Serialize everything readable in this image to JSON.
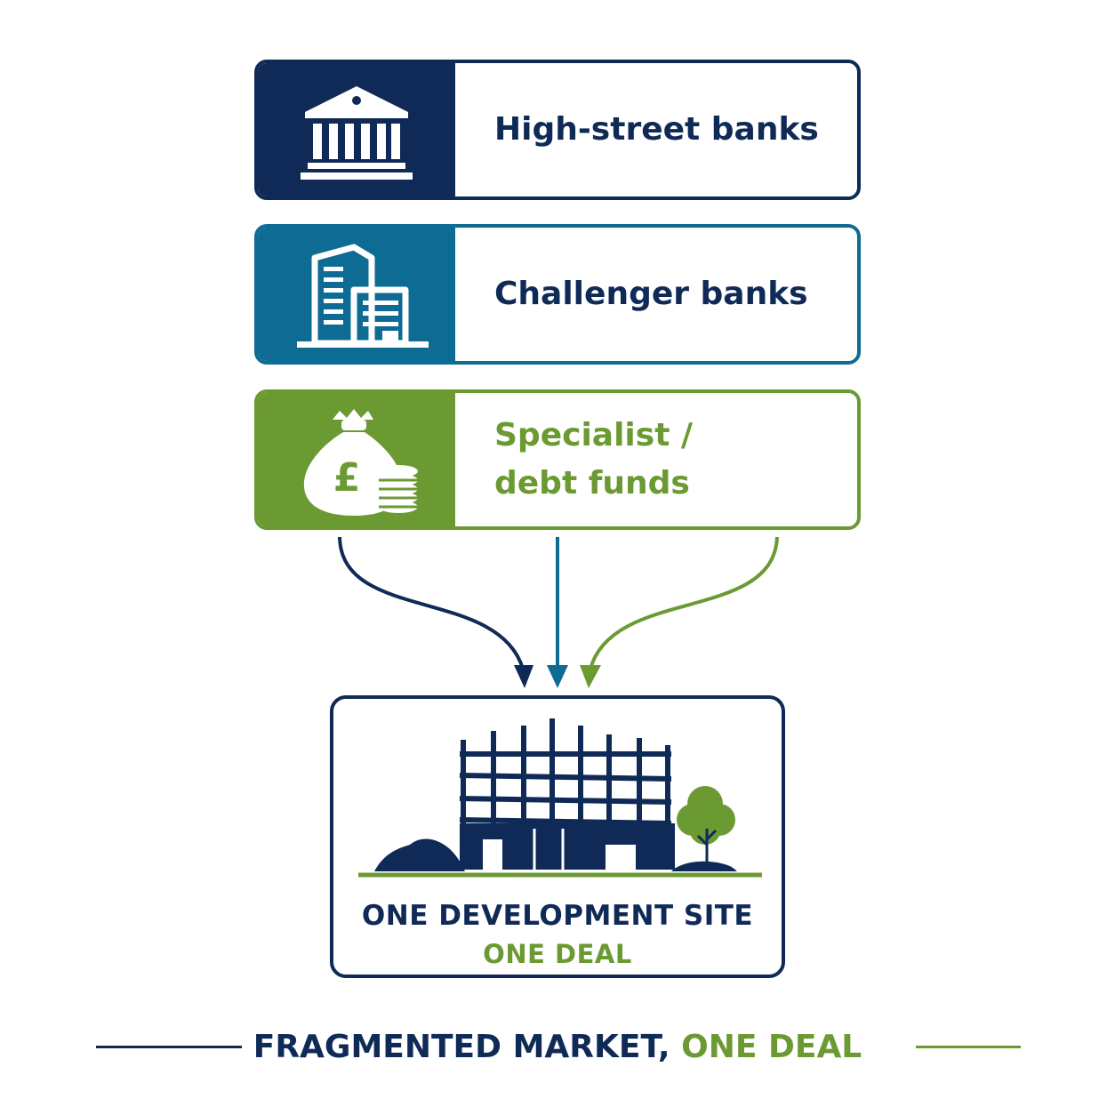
{
  "lenders": [
    {
      "label": "High-street banks",
      "icon": "bank-icon"
    },
    {
      "label": "Challenger banks",
      "icon": "office-buildings-icon"
    },
    {
      "label_lines": [
        "Specialist /",
        "debt funds"
      ],
      "icon": "money-bag-pound-icon"
    }
  ],
  "money_bag_symbol": "£",
  "site": {
    "title": "ONE DEVELOPMENT SITE",
    "subtitle": "ONE DEAL",
    "icon": "construction-site-icon"
  },
  "footer": {
    "part1": "FRAGMENTED MARKET,",
    "part2": "ONE DEAL"
  },
  "colors": {
    "navy": "#0f2a57",
    "teal": "#0e6b93",
    "green": "#6b9a33"
  }
}
